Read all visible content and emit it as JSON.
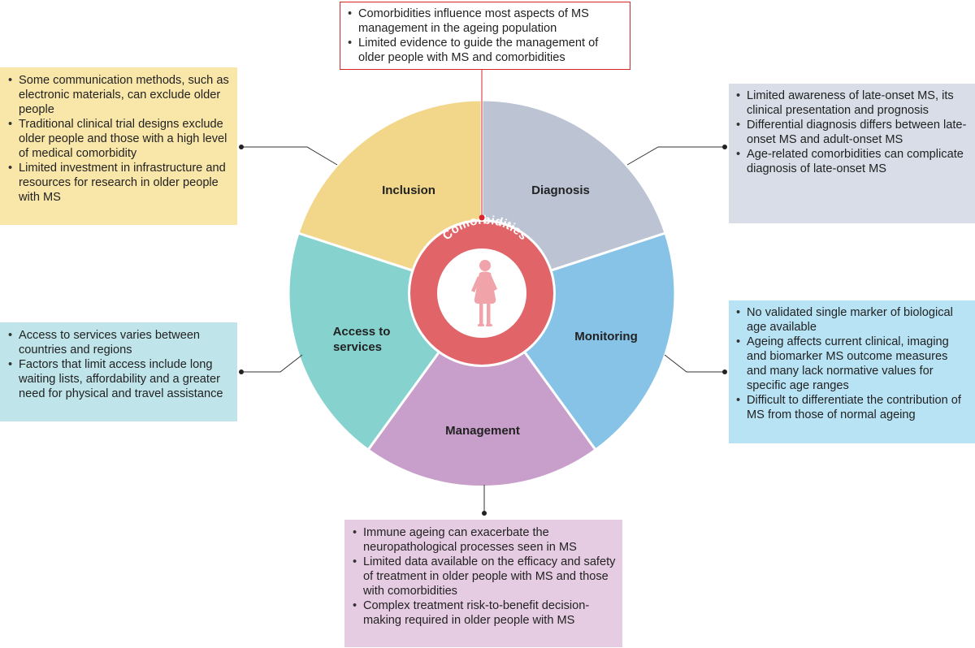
{
  "center": {
    "label": "Comorbidities"
  },
  "segments": {
    "inclusion": "Inclusion",
    "diagnosis": "Diagnosis",
    "monitoring": "Monitoring",
    "management": "Management",
    "access": [
      "Access to",
      "services"
    ]
  },
  "colors": {
    "inclusion": "#f2d78b",
    "diagnosis": "#bcc3d3",
    "monitoring": "#86c3e7",
    "management": "#c89ecb",
    "access": "#86d2cf",
    "center_ring": "#e06468",
    "person": "#f0a4aa",
    "top_box_border": "#d9242c"
  },
  "boxes": {
    "top": [
      "Comorbidities influence most aspects of MS management in the ageing population",
      "Limited evidence to guide the management of older people with MS and comorbidities"
    ],
    "inclusion": [
      "Some communication methods, such as electronic materials, can exclude older people",
      "Traditional clinical trial designs exclude older people and those with a high level of medical comorbidity",
      "Limited investment in infrastructure and resources for research in older people with MS"
    ],
    "diagnosis": [
      "Limited awareness of late-onset MS, its clinical presentation and prognosis",
      "Differential diagnosis differs between late-onset MS and adult-onset MS",
      "Age-related comorbidities can complicate diagnosis of late-onset MS"
    ],
    "access": [
      "Access to services varies between countries and regions",
      "Factors that limit access include long waiting lists, affordability and a greater need for physical and travel assistance"
    ],
    "monitoring": [
      "No validated single marker of biological age available",
      "Ageing affects current clinical, imaging and biomarker MS outcome measures and many lack normative values for specific age ranges",
      "Difficult to differentiate the contribution of MS from those of normal ageing"
    ],
    "management": [
      "Immune ageing can exacerbate the neuropathological processes seen in MS",
      "Limited data available on the efficacy and safety of treatment in older people with MS and those with comorbidities",
      "Complex treatment risk-to-benefit decision-making required in older people with MS"
    ]
  }
}
